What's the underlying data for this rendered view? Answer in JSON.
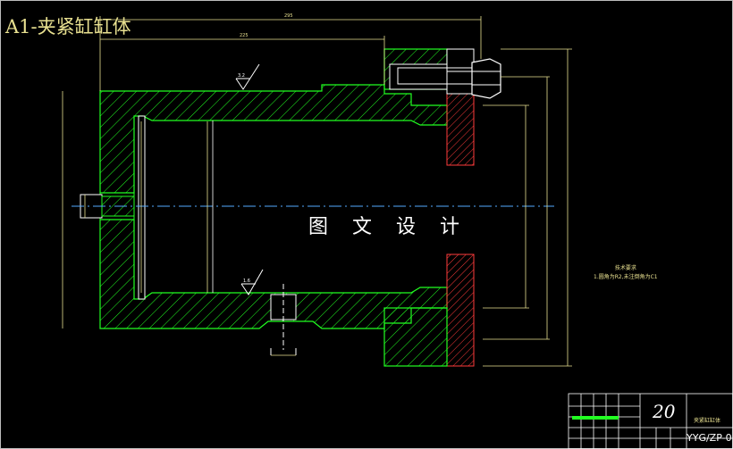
{
  "drawing_title": "A1-夹紧缸缸体",
  "watermark": "图 文 设 计",
  "tech_notes": {
    "heading": "技术要求",
    "line1": "1.圆角为R2,未注倒角为C1"
  },
  "title_block": {
    "scale": "20",
    "part_name": "夹紧缸缸体",
    "drawing_code": "YYG/ZP-0"
  },
  "dimensions": {
    "overall_length": "295",
    "bore_depth": "225",
    "roughness_top": "3.2",
    "roughness_bottom": "1.6"
  },
  "colors": {
    "outline": "#21ff21",
    "dimension": "#e8e090",
    "hatch": "#21ff21",
    "red": "#ff3b3b",
    "white": "#ffffff",
    "frame": "#bdbdbd"
  }
}
